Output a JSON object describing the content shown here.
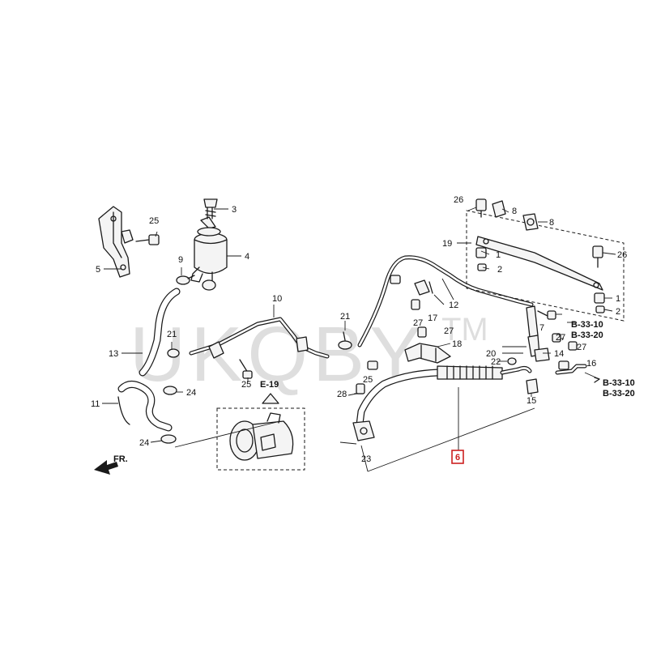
{
  "watermark": {
    "text": "UKQBY",
    "tm": "TM"
  },
  "callouts": {
    "c1": "1",
    "c2": "2",
    "c3": "3",
    "c4": "4",
    "c5": "5",
    "c7": "7",
    "c8": "8",
    "c9": "9",
    "c10": "10",
    "c11": "11",
    "c12": "12",
    "c13": "13",
    "c14": "14",
    "c15": "15",
    "c16": "16",
    "c17": "17",
    "c18": "18",
    "c19": "19",
    "c20": "20",
    "c21": "21",
    "c22": "22",
    "c23": "23",
    "c24": "24",
    "c25": "25",
    "c26": "26",
    "c27": "27",
    "c28": "28"
  },
  "highlight": {
    "label": "6",
    "color": "#cc1f1f"
  },
  "references": {
    "e19": "E-19",
    "b3310": "B-33-10",
    "b3320": "B-33-20"
  },
  "front_arrow": "FR."
}
